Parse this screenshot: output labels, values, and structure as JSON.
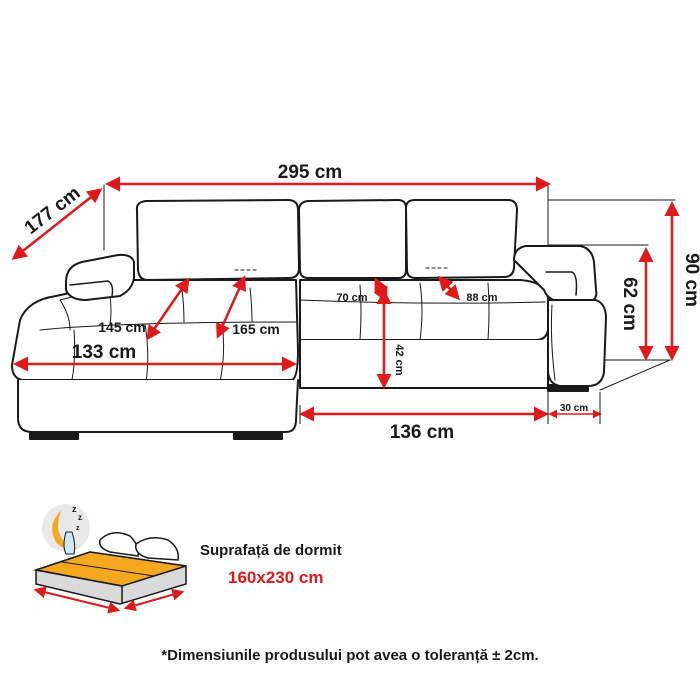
{
  "dimensions": {
    "total_width": "295 cm",
    "depth_left": "177 cm",
    "height_total": "90 cm",
    "height_back": "62 cm",
    "chaise_width": "133 cm",
    "chaise_diag_1": "145 cm",
    "chaise_diag_2": "165 cm",
    "seat_depth_1": "70 cm",
    "seat_depth_2": "88 cm",
    "seat_height": "42 cm",
    "right_width": "136 cm",
    "arm_width": "30 cm"
  },
  "sleeping": {
    "label": "Suprafață de dormit",
    "size": "160x230 cm"
  },
  "note": "*Dimensiunile produsului pot avea o toleranță ± 2cm.",
  "colors": {
    "dimension_line": "#e0191b",
    "outline": "#1a1a1a",
    "mattress": "#f5a81e",
    "bed_base": "#d9d9d9"
  }
}
